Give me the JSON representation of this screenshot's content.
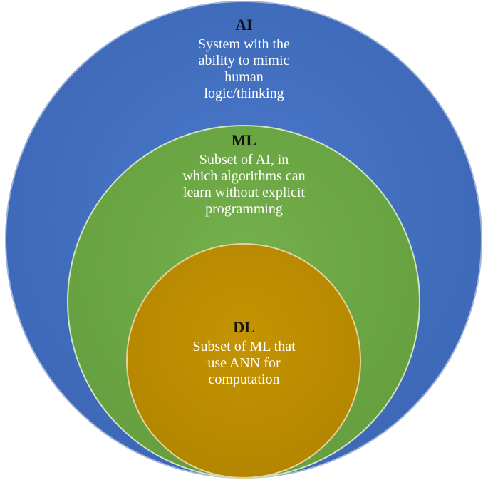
{
  "circles": {
    "ai": {
      "title": "AI",
      "description": "System with the\nability to mimic\nhuman\nlogic/thinking",
      "fill": "#4472C4"
    },
    "ml": {
      "title": "ML",
      "description": "Subset of AI, in\nwhich algorithms can\nlearn without explicit\nprogramming",
      "fill": "#70AD47"
    },
    "dl": {
      "title": "DL",
      "description": "Subset of ML that\nuse ANN for\ncomputation",
      "fill": "#C19100"
    }
  }
}
